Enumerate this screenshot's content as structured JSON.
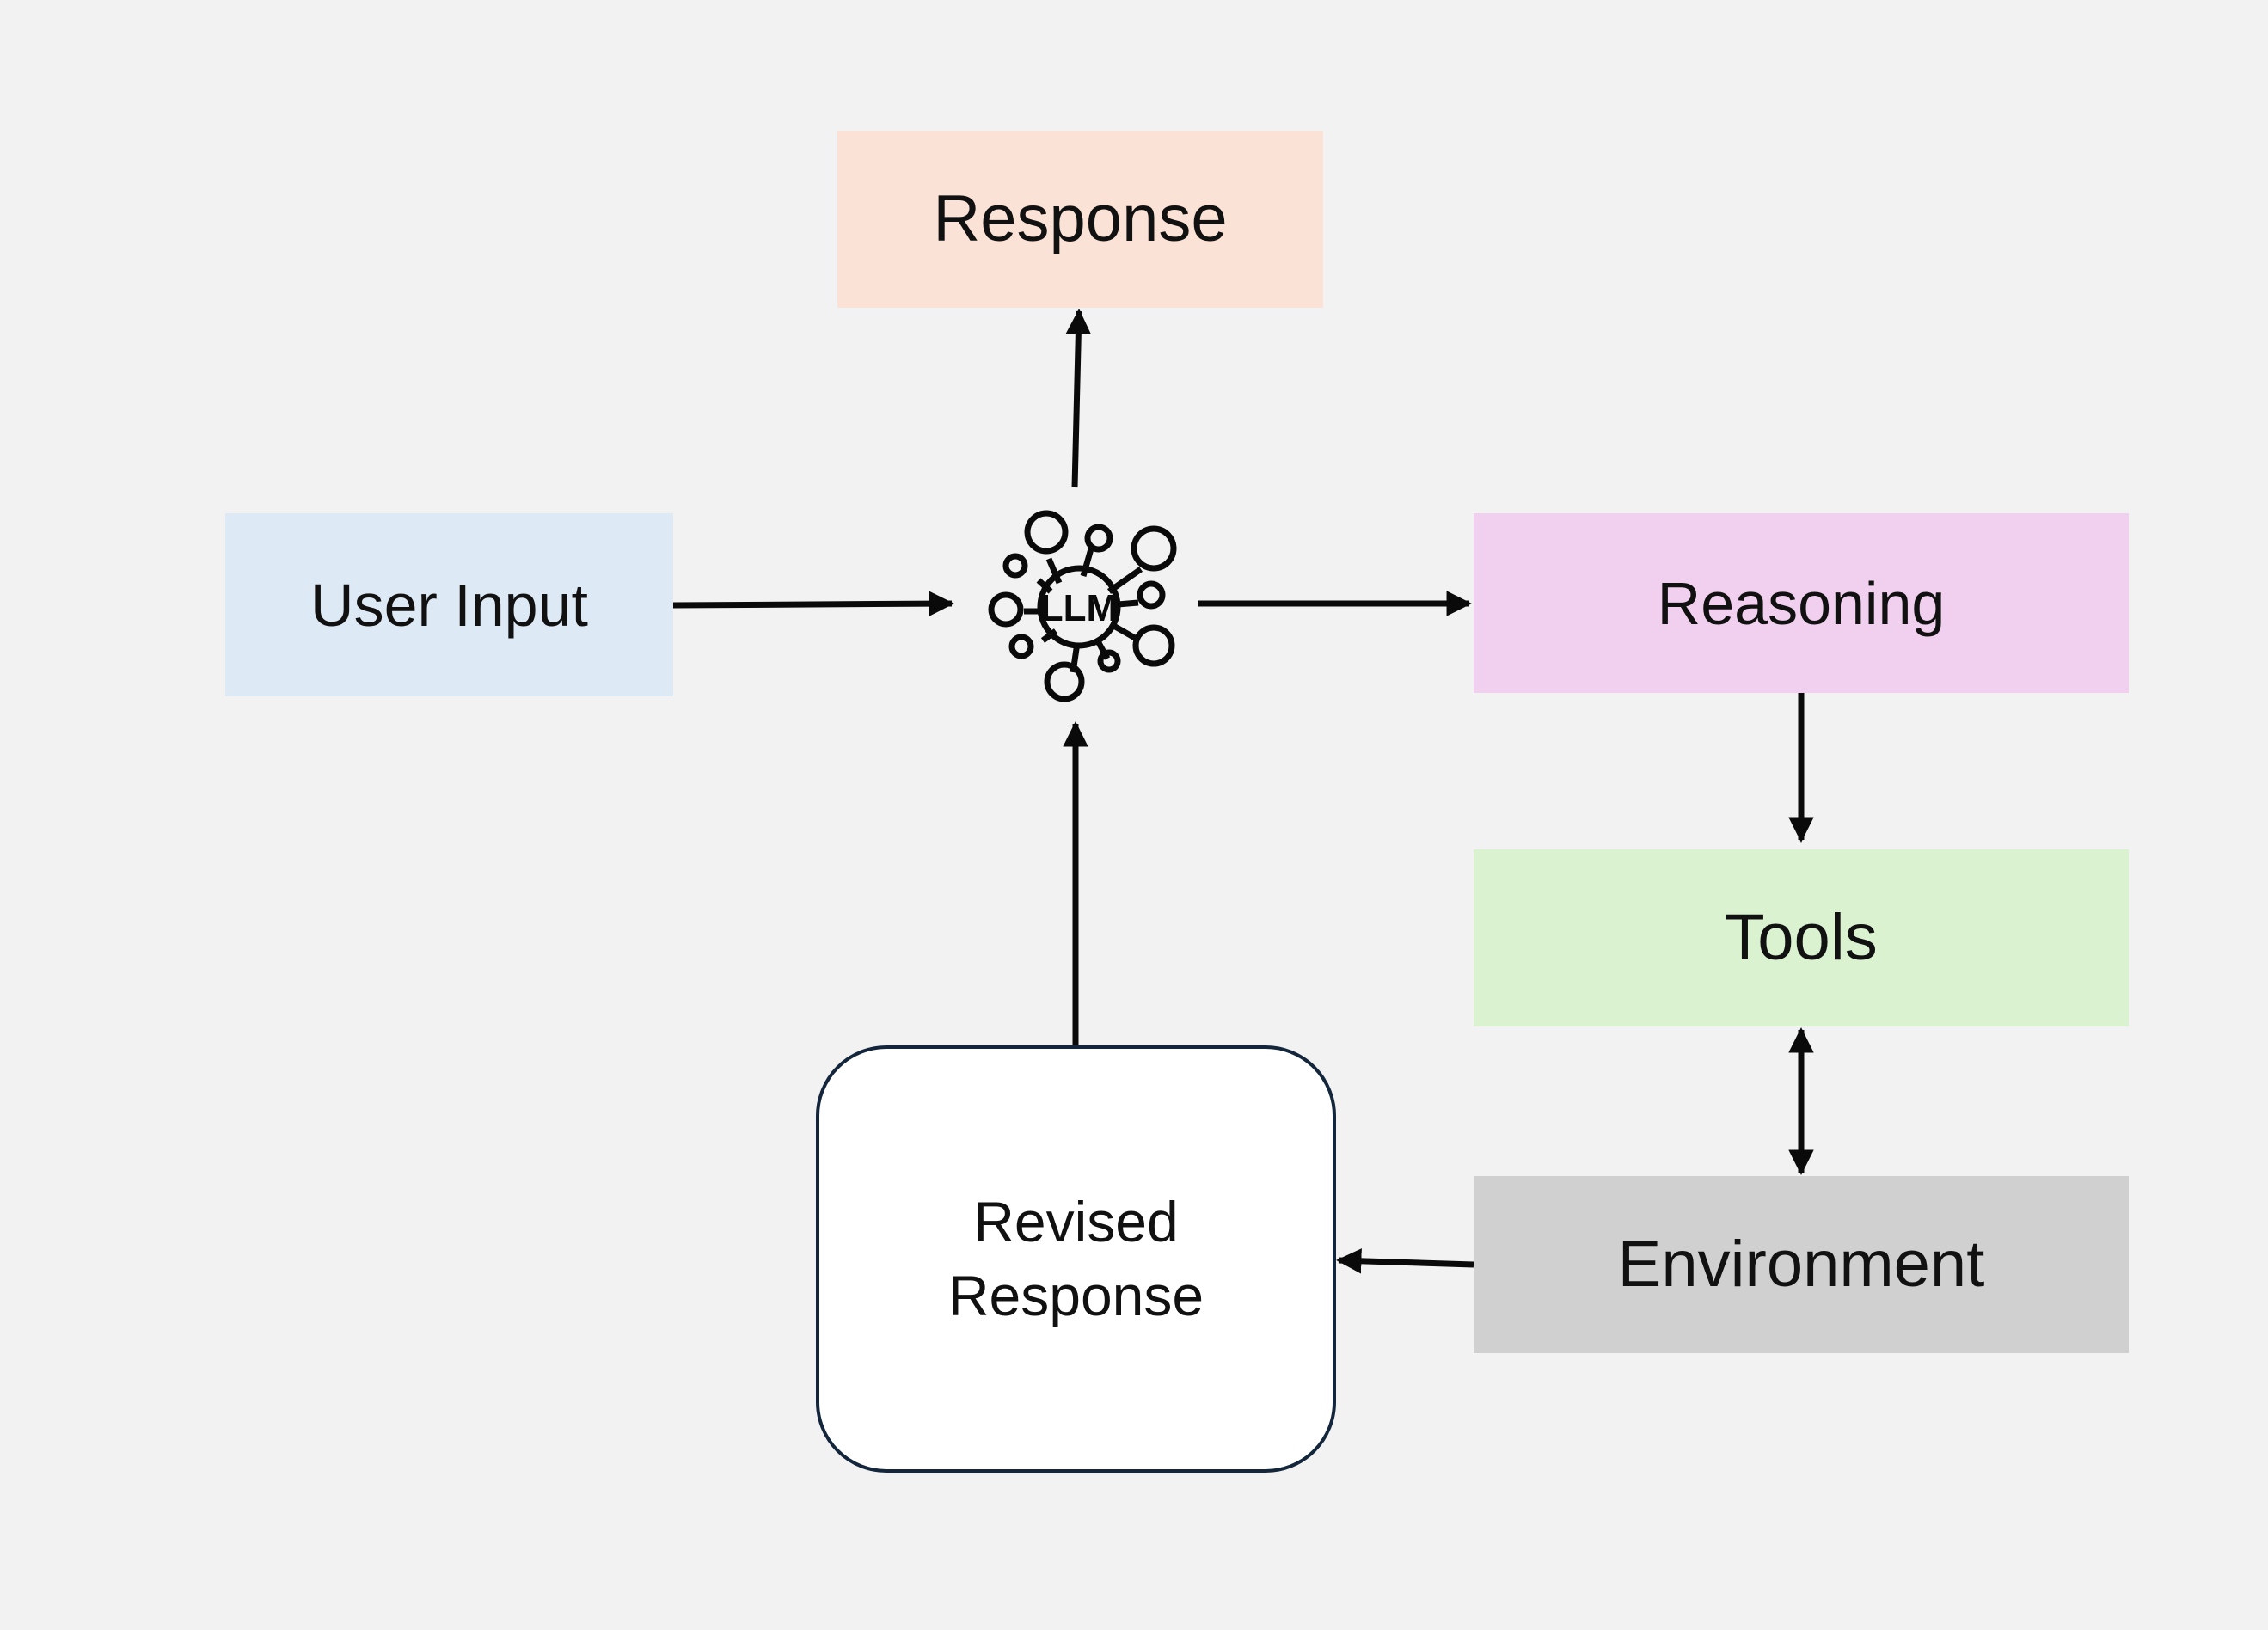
{
  "diagram": {
    "nodes": {
      "response": {
        "label": "Response",
        "color": "#fbe2d6"
      },
      "user_input": {
        "label": "User Input",
        "color": "#dde9f5"
      },
      "llm": {
        "label": "LLM",
        "icon": "neural-network-icon"
      },
      "reasoning": {
        "label": "Reasoning",
        "color": "#f1cfee"
      },
      "tools": {
        "label": "Tools",
        "color": "#daf2d0"
      },
      "environment": {
        "label": "Environment",
        "color": "#d0d0d0"
      },
      "revised_response": {
        "lines": [
          "Revised",
          "Response"
        ],
        "color": "#ffffff",
        "border_color": "#13263b"
      }
    },
    "edges": [
      {
        "from": "user_input",
        "to": "llm",
        "direction": "forward"
      },
      {
        "from": "llm",
        "to": "response",
        "direction": "forward"
      },
      {
        "from": "llm",
        "to": "reasoning",
        "direction": "forward"
      },
      {
        "from": "reasoning",
        "to": "tools",
        "direction": "forward"
      },
      {
        "from": "tools",
        "to": "environment",
        "direction": "both"
      },
      {
        "from": "environment",
        "to": "revised_response",
        "direction": "forward"
      },
      {
        "from": "revised_response",
        "to": "llm",
        "direction": "forward"
      }
    ],
    "arrow_color": "#0a0a0a"
  }
}
